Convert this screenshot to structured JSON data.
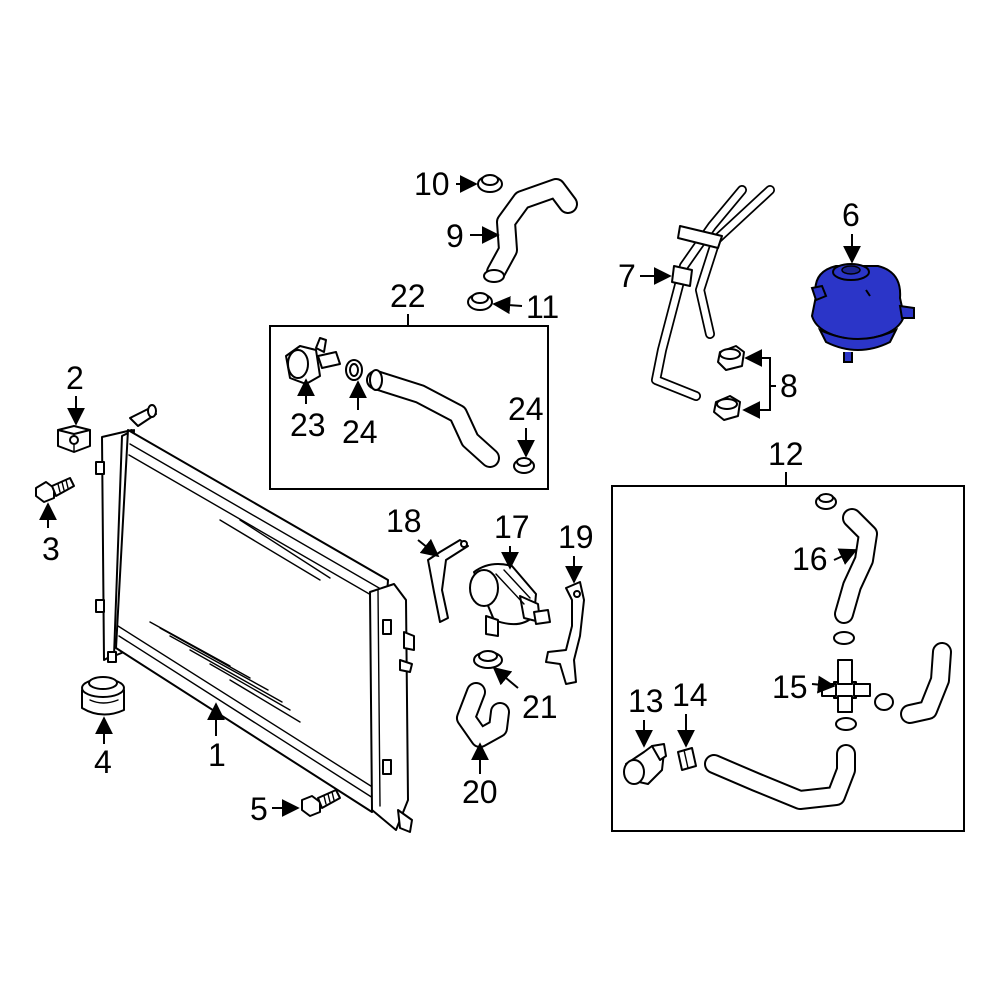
{
  "diagram": {
    "accent_color": "#2b35c8",
    "callouts": {
      "c1": "1",
      "c2": "2",
      "c3": "3",
      "c4": "4",
      "c5": "5",
      "c6": "6",
      "c7": "7",
      "c8": "8",
      "c9": "9",
      "c10": "10",
      "c11": "11",
      "c12": "12",
      "c13": "13",
      "c14": "14",
      "c15": "15",
      "c16": "16",
      "c17": "17",
      "c18": "18",
      "c19": "19",
      "c20": "20",
      "c21": "21",
      "c22": "22",
      "c23": "23",
      "c24a": "24",
      "c24b": "24"
    }
  }
}
